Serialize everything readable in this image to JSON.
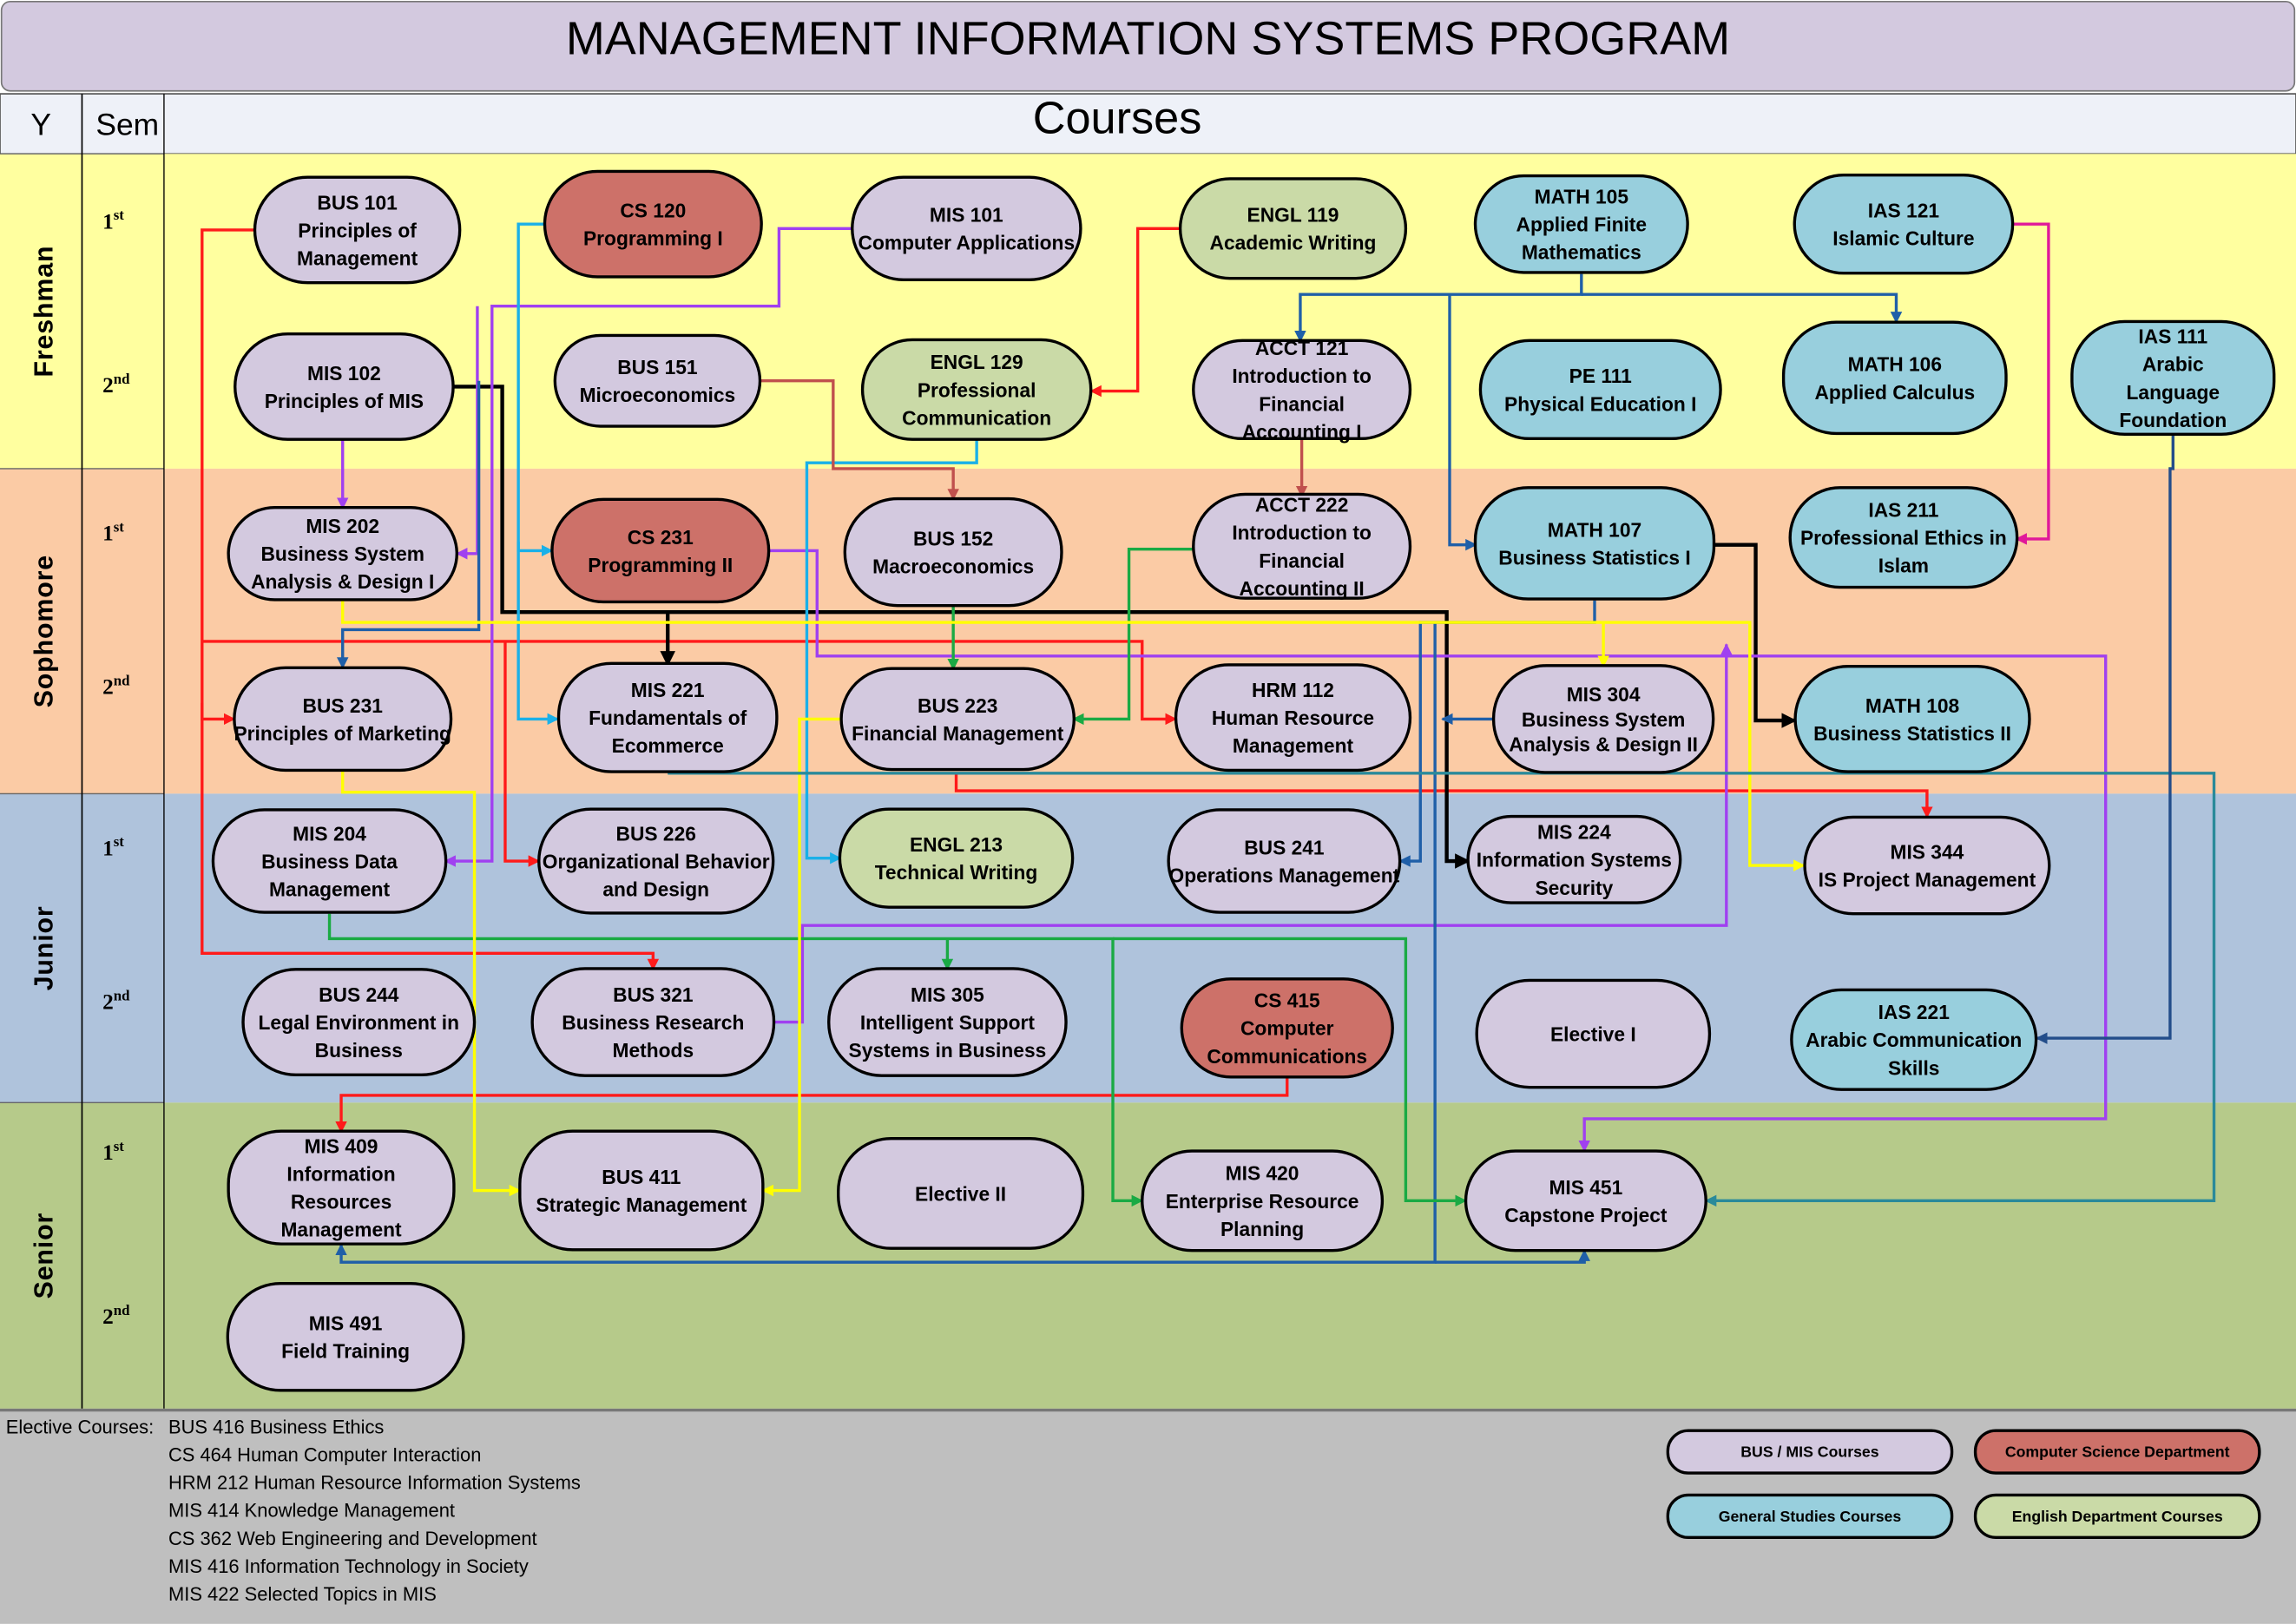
{
  "title": "MANAGEMENT INFORMATION SYSTEMS PROGRAM",
  "header": {
    "year_col": "Y",
    "sem_col": "Sem",
    "courses_col": "Courses"
  },
  "years": [
    {
      "label": "Freshman",
      "color": "#ffff9f"
    },
    {
      "label": "Sophomore",
      "color": "#fbcba5"
    },
    {
      "label": "Junior",
      "color": "#afc3dc"
    },
    {
      "label": "Senior",
      "color": "#b6ca8a"
    }
  ],
  "semesters": {
    "first": "1",
    "first_sup": "st",
    "second": "2",
    "second_sup": "nd"
  },
  "colors": {
    "bus_mis": "#d3c9df",
    "cs": "#cd7169",
    "general": "#98cfdd",
    "english": "#cadaa7",
    "title_bg": "#d3c9df",
    "footer_bg": "#bfbfbf"
  },
  "nodes": [
    {
      "id": "BUS101",
      "type": "bus_mis",
      "lines": [
        "BUS 101",
        "Principles of",
        "Management"
      ]
    },
    {
      "id": "CS120",
      "type": "cs",
      "lines": [
        "CS 120",
        "Programming I"
      ]
    },
    {
      "id": "MIS101",
      "type": "bus_mis",
      "lines": [
        "MIS 101",
        "Computer Applications"
      ]
    },
    {
      "id": "ENGL119",
      "type": "english",
      "lines": [
        "ENGL 119",
        "Academic Writing"
      ]
    },
    {
      "id": "MATH105",
      "type": "general",
      "lines": [
        "MATH 105",
        "Applied Finite",
        "Mathematics"
      ]
    },
    {
      "id": "IAS121",
      "type": "general",
      "lines": [
        "IAS 121",
        "Islamic Culture"
      ]
    },
    {
      "id": "MIS102",
      "type": "bus_mis",
      "lines": [
        "MIS 102",
        "Principles of MIS"
      ]
    },
    {
      "id": "BUS151",
      "type": "bus_mis",
      "lines": [
        "BUS 151",
        "Microeconomics"
      ]
    },
    {
      "id": "ENGL129",
      "type": "english",
      "lines": [
        "ENGL 129",
        "Professional",
        "Communication"
      ]
    },
    {
      "id": "ACCT121",
      "type": "bus_mis",
      "lines": [
        "ACCT 121",
        "Introduction to",
        "Financial",
        "Accounting I"
      ]
    },
    {
      "id": "PE111",
      "type": "general",
      "lines": [
        "PE 111",
        "Physical Education I"
      ]
    },
    {
      "id": "MATH106",
      "type": "general",
      "lines": [
        "MATH 106",
        "Applied Calculus"
      ]
    },
    {
      "id": "IAS111",
      "type": "general",
      "lines": [
        "IAS 111",
        "Arabic",
        "Language",
        "Foundation"
      ]
    },
    {
      "id": "MIS202",
      "type": "bus_mis",
      "lines": [
        "MIS 202",
        "Business System",
        "Analysis & Design I"
      ]
    },
    {
      "id": "CS231",
      "type": "cs",
      "lines": [
        "CS 231",
        "Programming II"
      ]
    },
    {
      "id": "BUS152",
      "type": "bus_mis",
      "lines": [
        "BUS 152",
        "Macroeconomics"
      ]
    },
    {
      "id": "ACCT222",
      "type": "bus_mis",
      "lines": [
        "ACCT 222",
        "Introduction to",
        "Financial",
        "Accounting II"
      ]
    },
    {
      "id": "MATH107",
      "type": "general",
      "lines": [
        "MATH 107",
        "Business Statistics I"
      ]
    },
    {
      "id": "IAS211",
      "type": "general",
      "lines": [
        "IAS 211",
        "Professional Ethics in",
        "Islam"
      ]
    },
    {
      "id": "BUS231",
      "type": "bus_mis",
      "lines": [
        "BUS 231",
        "Principles of Marketing"
      ]
    },
    {
      "id": "MIS221",
      "type": "bus_mis",
      "lines": [
        "MIS 221",
        "Fundamentals of",
        "Ecommerce"
      ]
    },
    {
      "id": "BUS223",
      "type": "bus_mis",
      "lines": [
        "BUS 223",
        "Financial Management"
      ]
    },
    {
      "id": "HRM112",
      "type": "bus_mis",
      "lines": [
        "HRM 112",
        "Human Resource",
        "Management"
      ]
    },
    {
      "id": "MIS304",
      "type": "bus_mis",
      "small": true,
      "lines": [
        "MIS 304",
        "Business System",
        "Analysis & Design II"
      ]
    },
    {
      "id": "MATH108",
      "type": "general",
      "lines": [
        "MATH 108",
        "Business Statistics II"
      ]
    },
    {
      "id": "MIS204",
      "type": "bus_mis",
      "lines": [
        "MIS 204",
        "Business Data",
        "Management"
      ]
    },
    {
      "id": "BUS226",
      "type": "bus_mis",
      "lines": [
        "BUS 226",
        "Organizational Behavior",
        "and Design"
      ]
    },
    {
      "id": "ENGL213",
      "type": "english",
      "lines": [
        "ENGL 213",
        "Technical Writing"
      ]
    },
    {
      "id": "BUS241",
      "type": "bus_mis",
      "lines": [
        "BUS 241",
        "Operations Management"
      ]
    },
    {
      "id": "MIS224",
      "type": "bus_mis",
      "lines": [
        "MIS 224",
        "Information Systems",
        "Security"
      ]
    },
    {
      "id": "MIS344",
      "type": "bus_mis",
      "lines": [
        "MIS 344",
        "IS Project Management"
      ]
    },
    {
      "id": "BUS244",
      "type": "bus_mis",
      "lines": [
        "BUS 244",
        "Legal Environment in",
        "Business"
      ]
    },
    {
      "id": "BUS321",
      "type": "bus_mis",
      "lines": [
        "BUS 321",
        "Business Research",
        "Methods"
      ]
    },
    {
      "id": "MIS305",
      "type": "bus_mis",
      "lines": [
        "MIS 305",
        "Intelligent Support",
        "Systems in Business"
      ]
    },
    {
      "id": "CS415",
      "type": "cs",
      "lines": [
        "CS 415",
        "Computer",
        "Communications"
      ]
    },
    {
      "id": "ELECTIVE1",
      "type": "bus_mis",
      "lines": [
        "Elective I"
      ]
    },
    {
      "id": "IAS221",
      "type": "general",
      "lines": [
        "IAS 221",
        "Arabic Communication",
        "Skills"
      ]
    },
    {
      "id": "MIS409",
      "type": "bus_mis",
      "lines": [
        "MIS 409",
        "Information",
        "Resources",
        "Management"
      ]
    },
    {
      "id": "BUS411",
      "type": "bus_mis",
      "lines": [
        "BUS 411",
        "Strategic Management"
      ]
    },
    {
      "id": "ELECTIVE2",
      "type": "bus_mis",
      "lines": [
        "Elective II"
      ]
    },
    {
      "id": "MIS420",
      "type": "bus_mis",
      "lines": [
        "MIS 420",
        "Enterprise Resource",
        "Planning"
      ]
    },
    {
      "id": "MIS451",
      "type": "bus_mis",
      "lines": [
        "MIS 451",
        "Capstone Project"
      ]
    },
    {
      "id": "MIS491",
      "type": "bus_mis",
      "lines": [
        "MIS 491",
        "Field Training"
      ]
    }
  ],
  "electives": {
    "label": "Elective Courses:",
    "items": [
      "BUS 416 Business Ethics",
      "CS 464 Human Computer Interaction",
      "HRM 212 Human Resource Information Systems",
      "MIS 414 Knowledge Management",
      "CS 362 Web Engineering and Development",
      "MIS 416 Information Technology in Society",
      "MIS 422 Selected Topics in MIS"
    ]
  },
  "legend": [
    {
      "label": "BUS / MIS Courses",
      "type": "bus_mis"
    },
    {
      "label": "Computer Science Department",
      "type": "cs"
    },
    {
      "label": "General Studies Courses",
      "type": "general"
    },
    {
      "label": "English Department Courses",
      "type": "english"
    }
  ]
}
